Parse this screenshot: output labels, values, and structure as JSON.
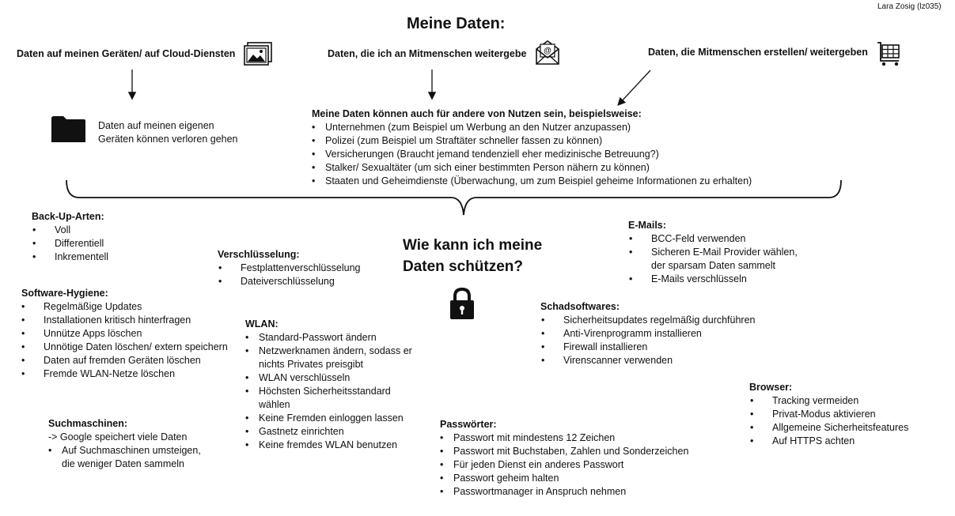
{
  "author": "Lara Zosig (lz035)",
  "title": "Meine Daten:",
  "columns": {
    "left": "Daten auf meinen Geräten/ auf Cloud-Diensten",
    "middle": "Daten, die ich an Mitmenschen weitergebe",
    "right": "Daten, die Mitmenschen erstellen/ weitergeben"
  },
  "lost_note": {
    "line1": "Daten auf meinen eigenen",
    "line2": " Geräten können verloren gehen"
  },
  "useful": {
    "heading": "Meine Daten können auch für andere von Nutzen sein, beispielsweise:",
    "items": [
      "Unternehmen (zum Beispiel um Werbung an den Nutzer anzupassen)",
      "Polizei (zum Beispiel um Straftäter schneller fassen zu können)",
      "Versicherungen (Braucht jemand tendenziell eher medizinische Betreuung?)",
      "Stalker/ Sexualtäter (um sich einer bestimmten Person nähern zu können)",
      "Staaten und Geheimdienste (Überwachung, um zum Beispiel geheime Informationen zu erhalten)"
    ]
  },
  "center_question": {
    "line1": "Wie kann ich meine",
    "line2": "Daten schützen?"
  },
  "backup": {
    "heading": "Back-Up-Arten:",
    "items": [
      "Voll",
      "Differentiell",
      "Inkrementell"
    ]
  },
  "encryption": {
    "heading": "Verschlüsselung:",
    "items": [
      "Festplattenverschlüsselung",
      "Dateiverschlüsselung"
    ]
  },
  "software": {
    "heading": "Software-Hygiene:",
    "items": [
      "Regelmäßige Updates",
      "Installationen kritisch hinterfragen",
      "Unnütze Apps löschen",
      "Unnötige Daten löschen/ extern speichern",
      "Daten auf fremden Geräten löschen",
      "Fremde WLAN-Netze löschen"
    ]
  },
  "wlan": {
    "heading": "WLAN:",
    "items": [
      [
        "Standard-Passwort ändern"
      ],
      [
        "Netzwerknamen ändern, sodass er",
        "nichts Privates preisgibt"
      ],
      [
        "WLAN verschlüsseln"
      ],
      [
        "Höchsten Sicherheitsstandard",
        "wählen"
      ],
      [
        "Keine Fremden einloggen lassen"
      ],
      [
        "Gastnetz einrichten"
      ],
      [
        "Keine fremdes WLAN benutzen"
      ]
    ]
  },
  "search": {
    "heading": "Suchmaschinen:",
    "arrow_line": "-> Google speichert viele Daten",
    "item_line1": "Auf Suchmaschinen umsteigen,",
    "item_line2": "die weniger Daten sammeln"
  },
  "email": {
    "heading": "E-Mails:",
    "items": [
      [
        "BCC-Feld verwenden"
      ],
      [
        "Sicheren E-Mail Provider wählen,",
        "der sparsam Daten sammelt"
      ],
      [
        "E-Mails verschlüsseln"
      ]
    ]
  },
  "malware": {
    "heading": "Schadsoftwares:",
    "items": [
      "Sicherheitsupdates regelmäßig durchführen",
      "Anti-Virenprogramm installieren",
      "Firewall installieren",
      "Virenscanner verwenden"
    ]
  },
  "passwords": {
    "heading": "Passwörter:",
    "items": [
      "Passwort mit mindestens 12 Zeichen",
      "Passwort mit Buchstaben, Zahlen und Sonderzeichen",
      "Für jeden Dienst ein anderes Passwort",
      "Passwort geheim halten",
      "Passwortmanager in Anspruch nehmen"
    ]
  },
  "browser": {
    "heading": "Browser:",
    "items": [
      "Tracking vermeiden",
      "Privat-Modus aktivieren",
      "Allgemeine Sicherheitsfeatures",
      "Auf HTTPS achten"
    ]
  },
  "icons": [
    "image-gallery-icon",
    "email-icon",
    "shopping-cart-icon",
    "folder-icon",
    "padlock-icon"
  ]
}
